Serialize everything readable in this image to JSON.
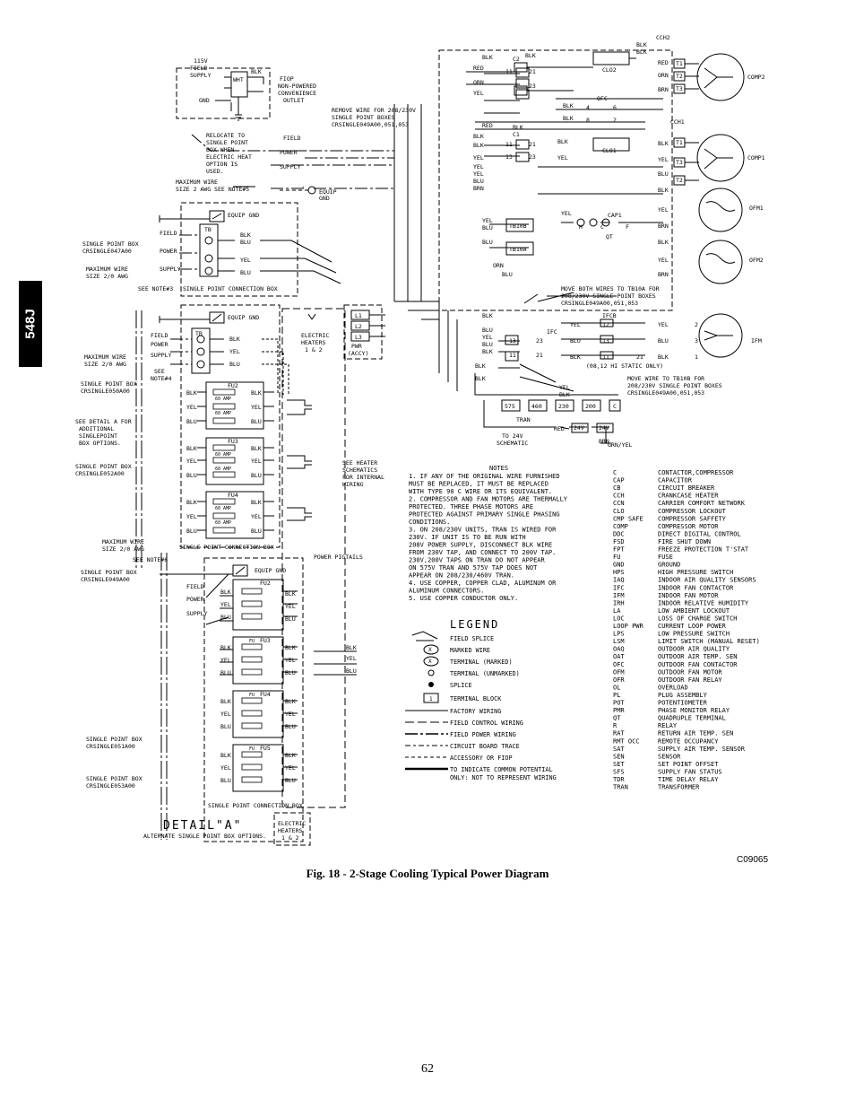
{
  "tab_label": "548J",
  "figure_code": "C09065",
  "caption": "Fig. 18 - 2-Stage Cooling Typical Power Diagram",
  "page_number": "62",
  "labels": {
    "field_supply_115": "115V",
    "field_supply_115b": "FIELD",
    "field_supply_115c": "SUPPLY",
    "gnd": "GND",
    "wht": "WHT",
    "blk": "BLK",
    "fiop1": "FIOP",
    "fiop2": "NON-POWERED",
    "fiop3": "CONVENIENCE",
    "fiop4": "OUTLET",
    "remove_wire1": "REMOVE WIRE FOR 208/230V",
    "remove_wire2": "SINGLE POINT BOXES",
    "remove_wire3": "CRSINGLE049A00,051,053",
    "relocate1": "RELOCATE TO",
    "relocate2": "SINGLE POINT",
    "relocate3": "BOX WHEN",
    "relocate4": "ELECTRIC HEAT",
    "relocate5": "OPTION IS",
    "relocate6": "USED.",
    "field_power_supply1": "FIELD",
    "field_power_supply2": "POWER",
    "field_power_supply3": "SUPPLY",
    "max_wire_6": "MAXIMUM WIRE",
    "max_wire_6b": "SIZE 2 AWG  SEE NOTE#5",
    "equip_gnd": "EQUIP",
    "equip_gnd_b": "GND",
    "equip_gnd_label": "EQUIP GND",
    "spb_047": "SINGLE POINT BOX",
    "spb_047b": "CRSINGLE047A00",
    "max_wire_20": "MAXIMUM WIRE",
    "max_wire_20b": "SIZE 2/0 AWG",
    "see_note3": "SEE NOTE#3",
    "spcb": "SINGLE POINT CONNECTION BOX",
    "tb": "TB",
    "see_note4": "SEE",
    "see_note4b": "NOTE#4",
    "spb_050": "SINGLE POINT BOX",
    "spb_050b": "CRSINGLE050A00",
    "see_detail1": "SEE DETAIL A FOR",
    "see_detail2": "ADDITIONAL",
    "see_detail3": "SINGLEPOINT",
    "see_detail4": "BOX OPTIONS.",
    "spb_052": "SINGLE POINT BOX",
    "spb_052b": "CRSINGLE052A00",
    "see_note6": "SEE NOTE#6",
    "spb_049": "SINGLE POINT BOX",
    "spb_049b": "CRSINGLE049A00",
    "spb_051": "SINGLE POINT BOX",
    "spb_051b": "CRSINGLE051A00",
    "spb_053": "SINGLE POINT BOX",
    "spb_053b": "CRSINGLE053A00",
    "detail_a": "DETAIL\"A\"",
    "alt_options": "ALTERNATE SINGLE POINT BOX OPTIONS.",
    "electric_heaters1": "ELECTRIC",
    "electric_heaters2": "HEATERS",
    "electric_heaters3": "1 & 2",
    "pwr_accy": "PWR",
    "pwr_accy2": "(ACCY)",
    "see_heater1": "SEE HEATER",
    "see_heater2": "SCHEMATICS",
    "see_heater3": "FOR INTERNAL",
    "see_heater4": "WIRING",
    "power_pigtails": "POWER PIGTAILS",
    "fu2": "FU2",
    "fu3": "FU3",
    "fu4": "FU4",
    "fu5": "FU5",
    "fu": "FU",
    "amp60": "60 AMP",
    "comp1": "COMP1",
    "comp2": "COMP2",
    "ofm1": "OFM1",
    "ofm2": "OFM2",
    "ifm": "IFM",
    "cch1": "CCH1",
    "cch2": "CCH2",
    "clo1": "CLO1",
    "clo2": "CLO2",
    "c1": "C1",
    "c2": "C2",
    "ofc": "OFC",
    "ifc": "IFC",
    "ifcb": "IFCB",
    "cap1": "CAP1",
    "qt": "QT",
    "tb10b": "TB10B",
    "tb10a": "TB10A",
    "move_both1": "MOVE BOTH WIRES TO TB10A FOR",
    "move_both2": "208/230V SINGLE POINT BOXES",
    "move_both3": "CRSINGLE049A00,051,053",
    "hi_static": "(08,12 HI STATIC ONLY)",
    "move_wire1": "MOVE WIRE TO TB10B FOR",
    "move_wire2": "208/230V SINGLE POINT BOXES",
    "move_wire3": "CRSINGLE049A00,051,053",
    "tran": "TRAN",
    "to24v1": "TO 24V",
    "to24v2": "SCHEMATIC",
    "grnyel": "GRN/YEL",
    "t575": "575",
    "t460": "460",
    "t230": "230",
    "t200": "200",
    "tc": "C",
    "v24": "24V",
    "red": "RED",
    "orn": "ORN",
    "brn": "BRN",
    "yel": "YEL",
    "blu": "BLU",
    "h": "H",
    "f": "F",
    "c": "C",
    "n1": "1",
    "n2": "2",
    "n3": "3",
    "n4": "4",
    "n6": "6",
    "n8": "8",
    "n11": "11",
    "n12": "12",
    "n13": "13",
    "n21": "21",
    "n23": "23",
    "tt1": "T1",
    "tt2": "T2",
    "tt3": "T3",
    "l1": "L1",
    "l2": "L2",
    "l3": "L3"
  },
  "notes_title": "NOTES",
  "notes": [
    "1. IF ANY OF THE ORIGINAL WIRE FURNISHED",
    "   MUST BE REPLACED, IT MUST BE REPLACED",
    "   WITH TYPE 90 C WIRE OR ITS EQUIVALENT.",
    "2. COMPRESSOR AND FAN MOTORS ARE THERMALLY",
    "   PROTECTED. THREE PHASE MOTORS ARE",
    "   PROTECTED AGAINST PRIMARY SINGLE PHASING",
    "   CONDITIONS.",
    "3. ON 208/230V UNITS, TRAN IS WIRED FOR",
    "   230V. IF UNIT IS TO BE RUN WITH",
    "   208V POWER SUPPLY, DISCONNECT BLK WIRE",
    "   FROM 230V TAP, AND CONNECT TO 200V TAP.",
    "   230V,200V TAPS ON TRAN DO NOT APPEAR",
    "   ON 575V TRAN AND 575V TAP DOES NOT",
    "   APPEAR ON 208/230/460V TRAN.",
    "4. USE COPPER, COPPER CLAD, ALUMINUM OR",
    "   ALUMINUM CONNECTORS.",
    "5. USE COPPER CONDUCTOR ONLY."
  ],
  "legend_title": "LEGEND",
  "legend": [
    "FIELD SPLICE",
    "MARKED WIRE",
    "TERMINAL (MARKED)",
    "TERMINAL (UNMARKED)",
    "SPLICE",
    "TERMINAL BLOCK",
    "FACTORY WIRING",
    "FIELD CONTROL WIRING",
    "FIELD POWER WIRING",
    "CIRCUIT BOARD TRACE",
    "ACCESSORY OR FIOP",
    "TO INDICATE COMMON POTENTIAL",
    "ONLY: NOT TO REPRESENT WIRING"
  ],
  "legend_sym_x": "X",
  "legend_sym_1": "1",
  "abbreviations": [
    [
      "C",
      "CONTACTOR,COMPRESSOR"
    ],
    [
      "CAP",
      "CAPACITOR"
    ],
    [
      "CB",
      "CIRCUIT BREAKER"
    ],
    [
      "CCH",
      "CRANKCASE HEATER"
    ],
    [
      "CCN",
      "CARRIER COMFORT NETWORK"
    ],
    [
      "CLO",
      "COMPRESSOR LOCKOUT"
    ],
    [
      "CMP SAFE",
      "COMPRESSOR SAFFETY"
    ],
    [
      "COMP",
      "COMPRESSOR MOTOR"
    ],
    [
      "DDC",
      "DIRECT DIGITAL CONTROL"
    ],
    [
      "FSD",
      "FIRE SHUT DOWN"
    ],
    [
      "FPT",
      "FREEZE PROTECTION T'STAT"
    ],
    [
      "FU",
      "FUSE"
    ],
    [
      "GND",
      "GROUND"
    ],
    [
      "HPS",
      "HIGH PRESSURE SWITCH"
    ],
    [
      "IAQ",
      "INDOOR AIR QUALITY SENSORS"
    ],
    [
      "IFC",
      "INDOOR FAN CONTACTOR"
    ],
    [
      "IFM",
      "INDOOR FAN MOTOR"
    ],
    [
      "IRH",
      "INDOOR RELATIVE HUMIDITY"
    ],
    [
      "LA",
      "LOW AMBIENT LOCKOUT"
    ],
    [
      "LOC",
      "LOSS OF CHARGE SWITCH"
    ],
    [
      "LOOP PWR",
      "CURRENT LOOP POWER"
    ],
    [
      "LPS",
      "LOW PRESSURE SWITCH"
    ],
    [
      "LSM",
      "LIMIT SWITCH (MANUAL RESET)"
    ],
    [
      "OAQ",
      "OUTDOOR AIR QUALITY"
    ],
    [
      "OAT",
      "OUTDOOR AIR TEMP. SEN"
    ],
    [
      "OFC",
      "OUTDOOR FAN CONTACTOR"
    ],
    [
      "OFM",
      "OUTDOOR FAN MOTOR"
    ],
    [
      "OFR",
      "OUTDOOR FAN RELAY"
    ],
    [
      "OL",
      "OVERLOAD"
    ],
    [
      "PL",
      "PLUG ASSEMBLY"
    ],
    [
      "POT",
      "POTENTIOMETER"
    ],
    [
      "PMR",
      "PHASE MONITOR RELAY"
    ],
    [
      "QT",
      "QUADRUPLE TERMINAL"
    ],
    [
      "R",
      "RELAY"
    ],
    [
      "RAT",
      "RETURN AIR TEMP. SEN"
    ],
    [
      "RMT OCC",
      "REMOTE OCCUPANCY"
    ],
    [
      "SAT",
      "SUPPLY AIR TEMP. SENSOR"
    ],
    [
      "SEN",
      "SENSOR"
    ],
    [
      "SET",
      "SET POINT OFFSET"
    ],
    [
      "SFS",
      "SUPPLY FAN STATUS"
    ],
    [
      "TDR",
      "TIME DELAY RELAY"
    ],
    [
      "TRAN",
      "TRANSFORMER"
    ]
  ]
}
